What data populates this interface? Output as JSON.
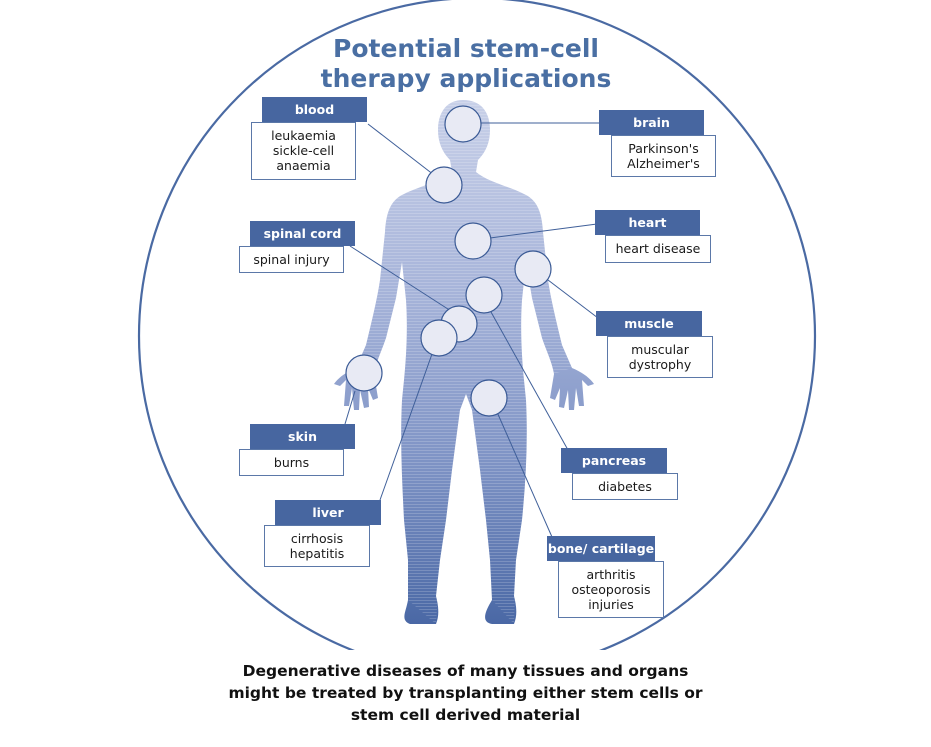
{
  "title": {
    "line1": "Potential stem-cell",
    "line2": "therapy applications"
  },
  "colors": {
    "accent": "#4766a0",
    "title": "#4a6fa3",
    "body_light": "#c3cce6",
    "body_dark": "#4f6fa8",
    "circle_fill": "#e8eaf4"
  },
  "labels": [
    {
      "id": "blood",
      "heading": "blood",
      "lines": [
        "leukaemia",
        "sickle-cell",
        "anaemia"
      ]
    },
    {
      "id": "brain",
      "heading": "brain",
      "lines": [
        "Parkinson's",
        "Alzheimer's"
      ]
    },
    {
      "id": "spinal-cord",
      "heading": "spinal cord",
      "lines": [
        "spinal injury"
      ]
    },
    {
      "id": "heart",
      "heading": "heart",
      "lines": [
        "heart disease"
      ]
    },
    {
      "id": "muscle",
      "heading": "muscle",
      "lines": [
        "muscular",
        "dystrophy"
      ]
    },
    {
      "id": "skin",
      "heading": "skin",
      "lines": [
        "burns"
      ]
    },
    {
      "id": "pancreas",
      "heading": "pancreas",
      "lines": [
        "diabetes"
      ]
    },
    {
      "id": "liver",
      "heading": "liver",
      "lines": [
        "cirrhosis",
        "hepatitis"
      ]
    },
    {
      "id": "bone-cartilage",
      "heading": "bone/ cartilage",
      "lines": [
        "arthritis",
        "osteoporosis",
        "injuries"
      ]
    }
  ],
  "caption": {
    "line1": "Degenerative diseases of many tissues and organs",
    "line2": "might be treated by transplanting either stem cells or",
    "line3": "stem cell derived material"
  }
}
